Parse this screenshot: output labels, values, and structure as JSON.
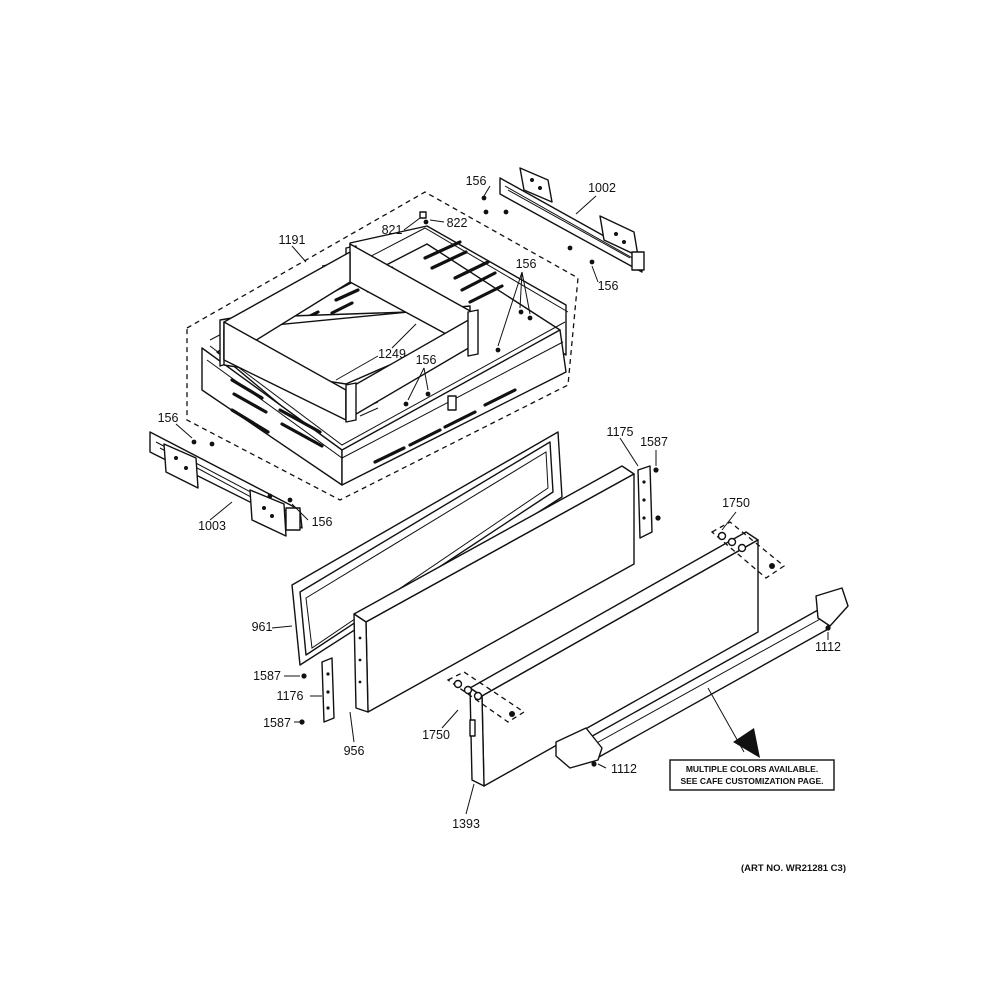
{
  "diagram": {
    "labels": {
      "l_1002": "1002",
      "l_156_a": "156",
      "l_156_b": "156",
      "l_156_c": "156",
      "l_156_d": "156",
      "l_156_e": "156",
      "l_156_f": "156",
      "l_821": "821",
      "l_822": "822",
      "l_1191": "1191",
      "l_1249": "1249",
      "l_1003": "1003",
      "l_1175": "1175",
      "l_1587_a": "1587",
      "l_1587_b": "1587",
      "l_1587_c": "1587",
      "l_1750_a": "1750",
      "l_1750_b": "1750",
      "l_961": "961",
      "l_1176": "1176",
      "l_956": "956",
      "l_1112_a": "1112",
      "l_1112_b": "1112",
      "l_1393": "1393"
    },
    "note": {
      "line1": "MULTIPLE COLORS AVAILABLE.",
      "line2": "SEE CAFE CUSTOMIZATION PAGE."
    },
    "art_number": "(ART NO. WR21281 C3)"
  }
}
